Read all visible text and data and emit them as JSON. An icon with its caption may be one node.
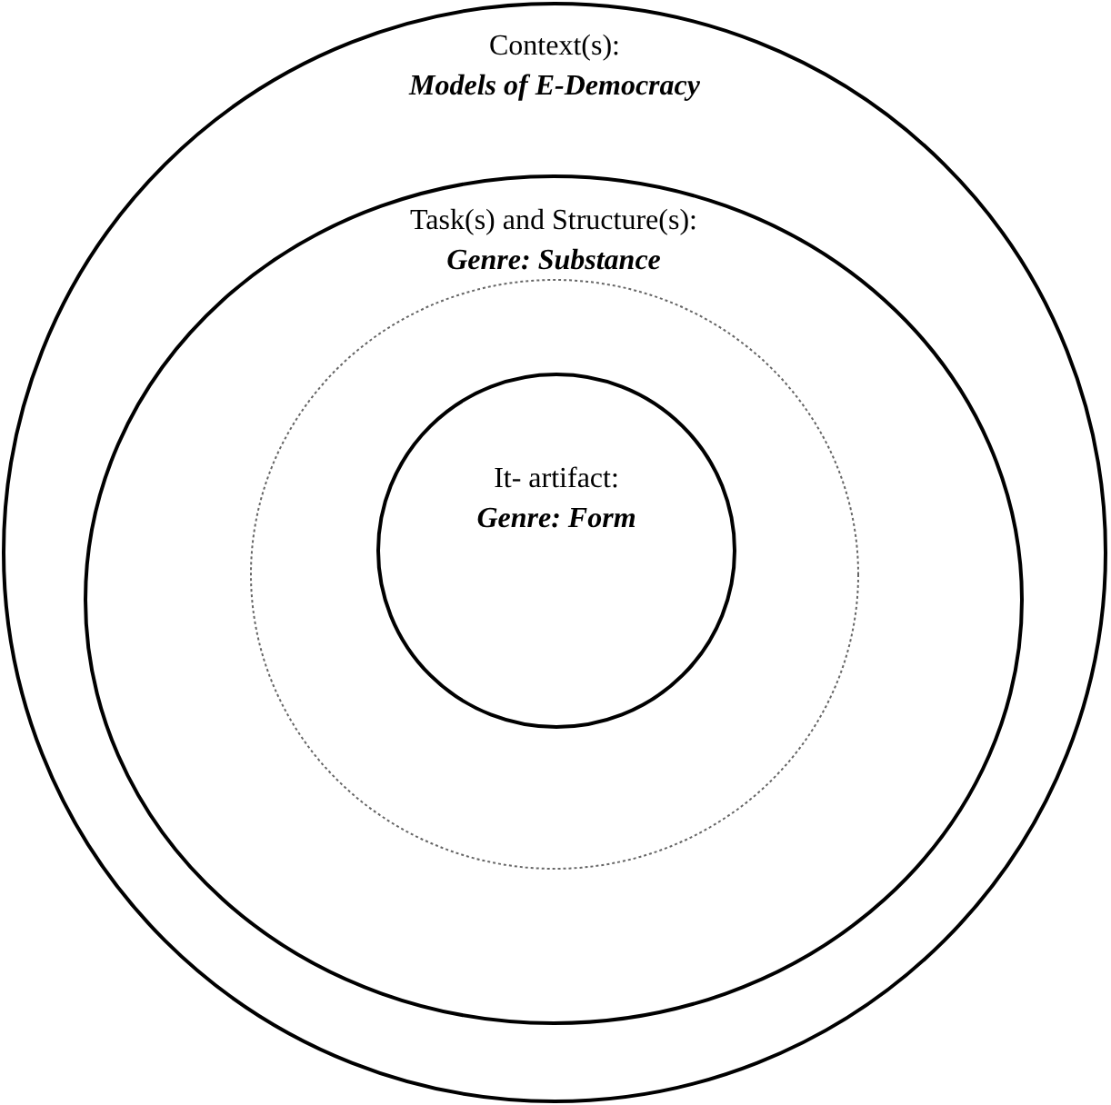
{
  "diagram": {
    "nodes": [
      {
        "text": [
          "Context(s):",
          "Models of E-Democracy"
        ]
      },
      {
        "text": [
          "Task(s) and Structure(s):",
          "Genre: Substance"
        ],
        "in": 0
      },
      {
        "text": [],
        "shape": "circle",
        "in": 1
      },
      {
        "text": [
          "It- artifact:",
          "Genre: Form"
        ],
        "in": 2
      }
    ]
  }
}
